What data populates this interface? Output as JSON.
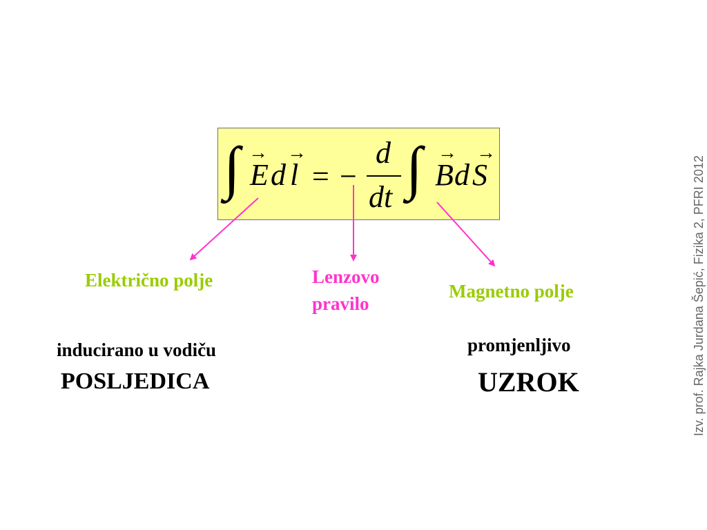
{
  "formula": {
    "integral_sign": "∫",
    "E": "E",
    "d": "d",
    "l": "l",
    "equals": "=",
    "minus": "−",
    "frac_num": "d",
    "frac_den": "dt",
    "B": "B",
    "S": "S",
    "vector_arrow": "→"
  },
  "labels": {
    "electric_field": "Električno polje",
    "lenz_line1": "Lenzovo",
    "lenz_line2": "pravilo",
    "magnetic_field": "Magnetno polje",
    "induced": "inducirano u vodiču",
    "consequence": "POSLJEDICA",
    "variable": "promjenljivo",
    "cause": "UZROK"
  },
  "footer": {
    "author": "Izv. prof. Rajka Jurdana Šepić, Fizika 2, PFRI 2012"
  },
  "colors": {
    "green_text": "#99cc00",
    "pink_text": "#ff33cc",
    "arrow": "#ff33cc",
    "formula_bg": "#ffff99"
  }
}
